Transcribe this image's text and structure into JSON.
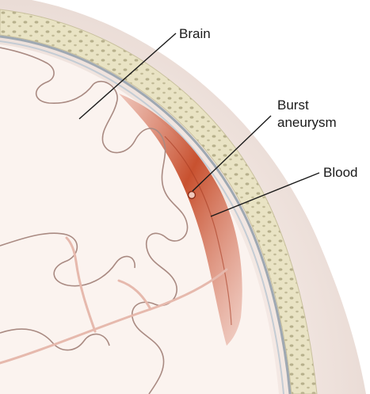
{
  "labels": {
    "brain": "Brain",
    "burst_line1": "Burst",
    "burst_line2": "aneurysm",
    "blood": "Blood"
  },
  "colors": {
    "background": "#ffffff",
    "skull_bone": "#e9e3c4",
    "skull_pores": "#b3ad8a",
    "scalp": "#f3e8e2",
    "brain_tissue": "#fbf3ef",
    "brain_fold_line": "#a98a82",
    "blood": "#c8512f",
    "vessel": "#e6b9ad",
    "meninges": "#9ea8b2"
  }
}
